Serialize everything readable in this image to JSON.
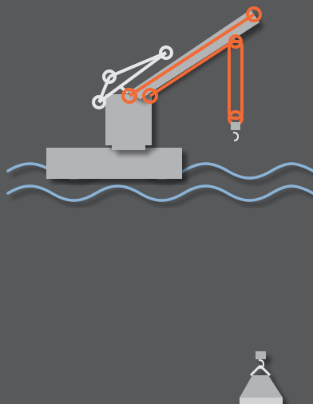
{
  "colors": {
    "background": "#58595b",
    "crane_body": "#b3b4b6",
    "arm_outline": "#e6e7e8",
    "cable_accent": "#f26a36",
    "water": "#8ab3d6",
    "shadow": "#3d3e40"
  },
  "elements": {
    "barge": "barge-platform",
    "tower": "crane-tower",
    "main_boom": "main-boom",
    "lift_line": "lift-cable",
    "load": "suspended-weight",
    "secondary_hook": "auxiliary-hook",
    "water": "water-waves"
  }
}
